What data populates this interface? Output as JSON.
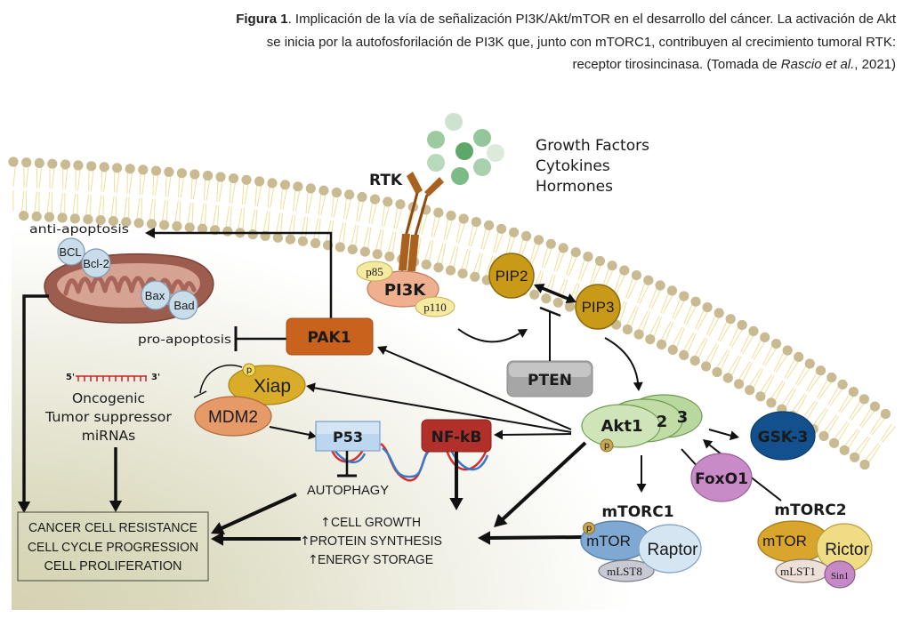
{
  "caption": {
    "figure_label": "Figura 1",
    "line1_rest": ". Implicación de la vía de señalización PI3K/Akt/mTOR en el desarrollo del cáncer. La activación de Akt",
    "line2": "se inicia por la autofosforilación de PI3K que, junto con mTORC1, contribuyen al crecimiento tumoral RTK:",
    "line3_pre": "receptor tirosincinasa. (Tomada de ",
    "line3_italic": "Rascio et al.",
    "line3_post": ", 2021)"
  },
  "diagram": {
    "ligands": [
      "Growth Factors",
      "Cytokines",
      "Hormones"
    ],
    "receptor": "RTK",
    "pi3k": {
      "label": "PI3K",
      "p85": "p85",
      "p110": "p110"
    },
    "pip2": "PIP2",
    "pip3": "PIP3",
    "pten": "PTEN",
    "akt": {
      "akt1": "Akt1",
      "akt2": "2",
      "akt3": "3",
      "phospho": "p"
    },
    "gsk3": "GSK-3",
    "foxo1": "FoxO1",
    "mtorc1": {
      "label": "mTORC1",
      "mtor": "mTOR",
      "raptor": "Raptor",
      "mlst8": "mLST8",
      "phospho": "p"
    },
    "mtorc2": {
      "label": "mTORC2",
      "mtor": "mTOR",
      "rictor": "Rictor",
      "mlst": "mLST1",
      "sin1": "Sin1"
    },
    "pak1": "PAK1",
    "anti_apoptosis": "anti-apoptosis",
    "pro_apoptosis": "pro-apoptosis",
    "mitochondrion": {
      "bcl": "BCL",
      "bcl2": "Bcl-2",
      "bax": "Bax",
      "bad": "Bad"
    },
    "xiap": "Xiap",
    "xiap_phospho": "p",
    "mdm2": "MDM2",
    "p53": "P53",
    "nfkb": "NF-kB",
    "autophagy": "AUTOPHAGY",
    "mirna": {
      "five_prime": "5'",
      "three_prime": "3'",
      "lines": [
        "Oncogenic",
        "Tumor suppressor",
        "miRNAs"
      ]
    },
    "outcomes": [
      "CANCER CELL RESISTANCE",
      "CELL CYCLE PROGRESSION",
      "CELL PROLIFERATION"
    ],
    "growth_effects": [
      {
        "arrow": "↑",
        "label": "CELL GROWTH"
      },
      {
        "arrow": "↑",
        "label": "PROTEIN SYNTHESIS"
      },
      {
        "arrow": "↑",
        "label": "ENERGY STORAGE"
      }
    ]
  },
  "colors": {
    "membrane_heads": "#c9ba91",
    "membrane_tails": "#efdf9c",
    "rtk": "#a8621e",
    "pi3k": "#eeb08e",
    "pip": "#c99a18",
    "pten": "#a6a6a6",
    "akt": "#cfe4b8",
    "gsk3": "#13508e",
    "foxo1": "#c98ac8",
    "mtorc1_mtor": "#7fa9d2",
    "raptor": "#d5e5f1",
    "mtorc2_mtor": "#d9a52c",
    "rictor": "#f1dc86",
    "sin1": "#c58ac6",
    "pak1": "#c9621c",
    "xiap": "#d9ad2a",
    "mdm2": "#e59a68",
    "p53": "#bcd6f0",
    "nfkb": "#b2302a",
    "mitochondrion": "#9c5d4e",
    "mirna_strand": "#cc2222"
  }
}
